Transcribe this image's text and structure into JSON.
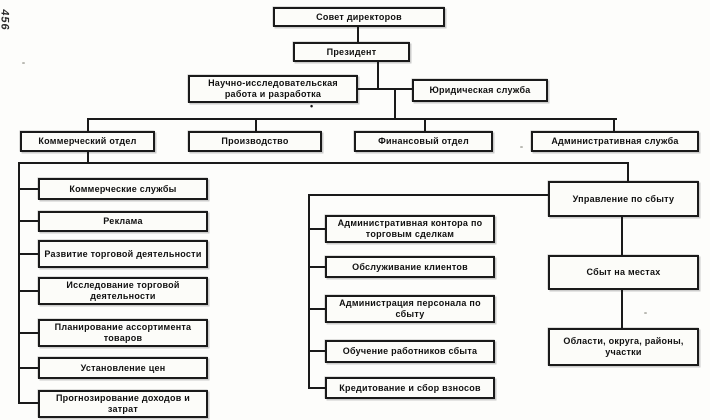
{
  "page_number": "456",
  "colors": {
    "line": "#1a1a1a",
    "paper": "#fdfdfb",
    "ink": "#101010"
  },
  "org_chart": {
    "board": "Совет директоров",
    "president": "Президент",
    "research": "Научно-исследовательская работа и разработка",
    "legal": "Юридическая служба",
    "footnote_mark": "•",
    "departments": [
      "Коммерческий отдел",
      "Производство",
      "Финансовый отдел",
      "Административная служба"
    ],
    "commercial_units": [
      "Коммерческие службы",
      "Реклама",
      "Развитие торговой деятельности",
      "Исследование торговой деятельности",
      "Планирование ассортимента товаров",
      "Установление цен",
      "Прогнозирование доходов и затрат"
    ],
    "sales_admin_units": [
      "Административная контора по торговым сделкам",
      "Обслуживание клиентов",
      "Администрация персонала по сбыту",
      "Обучение работников сбыта",
      "Кредитование и сбор взносов"
    ],
    "sales_chain": [
      "Управление по сбыту",
      "Сбыт на местах",
      "Области, округа, районы, участки"
    ]
  }
}
